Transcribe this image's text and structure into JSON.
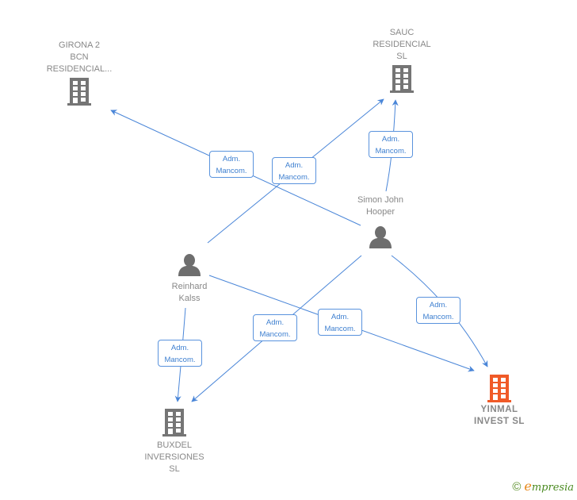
{
  "nodes": {
    "girona": {
      "type": "company",
      "label": "GIRONA 2\nBCN\nRESIDENCIAL...",
      "color": "#757575"
    },
    "sauc": {
      "type": "company",
      "label": "SAUC\nRESIDENCIAL\nSL",
      "color": "#757575"
    },
    "simon": {
      "type": "person",
      "label": "Simon John\nHooper",
      "color": "#6e6e6e"
    },
    "reinhard": {
      "type": "person",
      "label": "Reinhard\nKalss",
      "color": "#6e6e6e"
    },
    "buxdel": {
      "type": "company",
      "label": "BUXDEL\nINVERSIONES\nSL",
      "color": "#757575"
    },
    "yinmal": {
      "type": "company",
      "label": "YINMAL\nINVEST  SL",
      "color": "#f05a28",
      "main": true
    }
  },
  "edges": [
    {
      "from": "simon",
      "to": "girona",
      "label": "Adm.\nMancom."
    },
    {
      "from": "reinhard",
      "to": "sauc",
      "label": "Adm.\nMancom."
    },
    {
      "from": "simon",
      "to": "sauc",
      "label": "Adm.\nMancom."
    },
    {
      "from": "simon",
      "to": "buxdel",
      "label": "Adm.\nMancom."
    },
    {
      "from": "reinhard",
      "to": "yinmal",
      "label": "Adm.\nMancom."
    },
    {
      "from": "simon",
      "to": "yinmal",
      "label": "Adm.\nMancom."
    },
    {
      "from": "reinhard",
      "to": "buxdel",
      "label": "Adm.\nMancom."
    }
  ],
  "colors": {
    "edge": "#4a86d8",
    "badge_border": "#5a93dd",
    "badge_text": "#3d7fd0"
  },
  "footer": {
    "copyright_symbol": "©",
    "brand_initial": "e",
    "brand_rest": "mpresia"
  }
}
